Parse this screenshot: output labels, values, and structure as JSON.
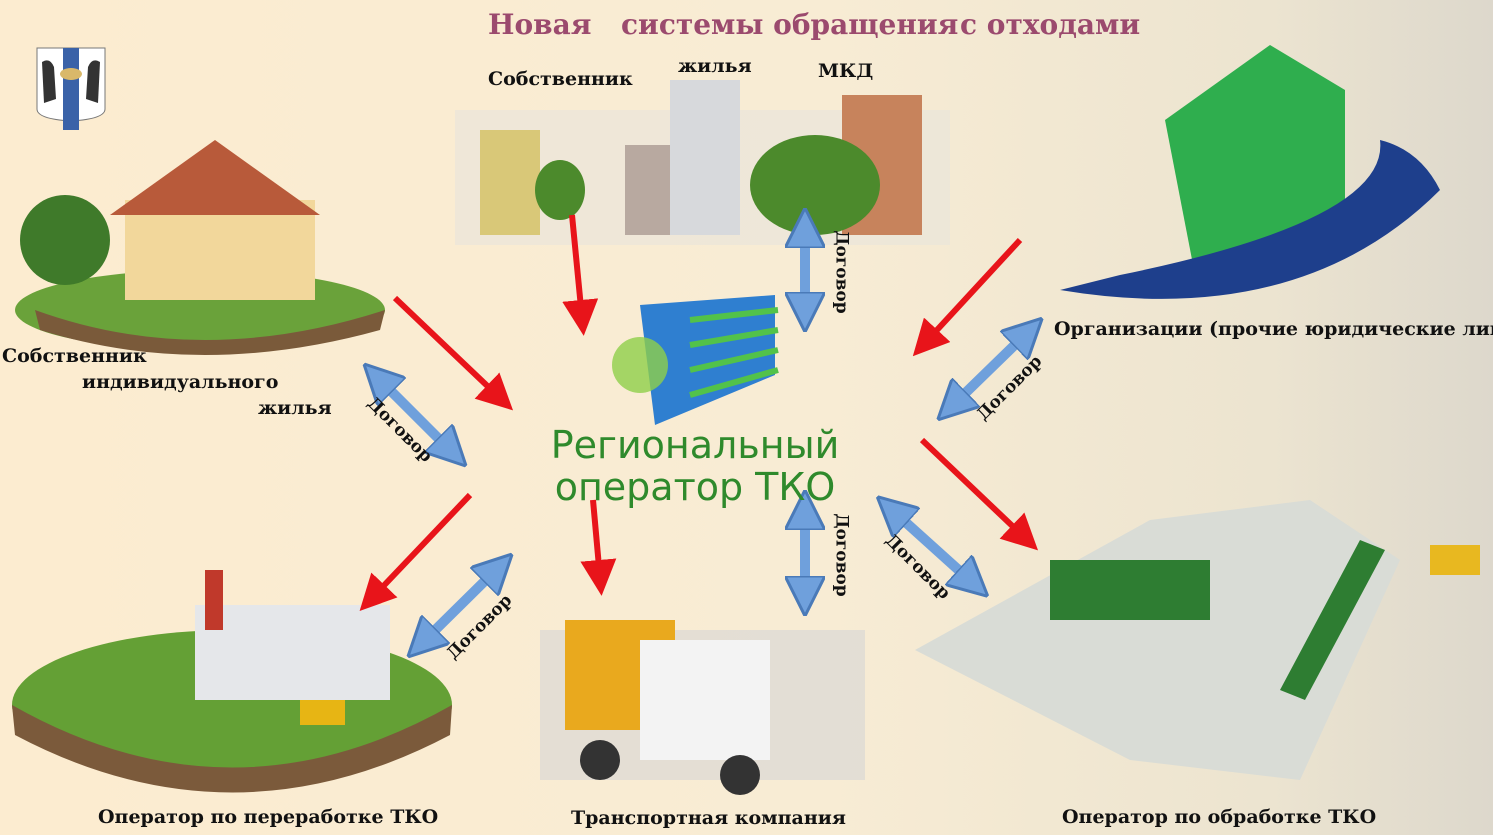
{
  "title": {
    "part1": "Новая",
    "part2": "системы обращения",
    "part3": "с отходами"
  },
  "center": {
    "line1": "Региональный",
    "line2": "оператор ТКО"
  },
  "nodes": {
    "mkd_owner": {
      "w1": "Собственник",
      "w2": "жилья",
      "w3": "МКД"
    },
    "individual_owner": {
      "line1": "Собственник",
      "line2": "индивидуального",
      "line3": "жилья"
    },
    "organizations": "Организации (прочие юридические лица)",
    "recycling_operator": "Оператор по переработке ТКО",
    "transport_company": "Транспортная компания",
    "processing_operator": "Оператор по обработке ТКО"
  },
  "contract_label": "Договор",
  "colors": {
    "title": "#9b4a6e",
    "red_arrow": "#e8141a",
    "blue_arrow": "#6fa0dc",
    "center_text": "#2f8a2c"
  }
}
